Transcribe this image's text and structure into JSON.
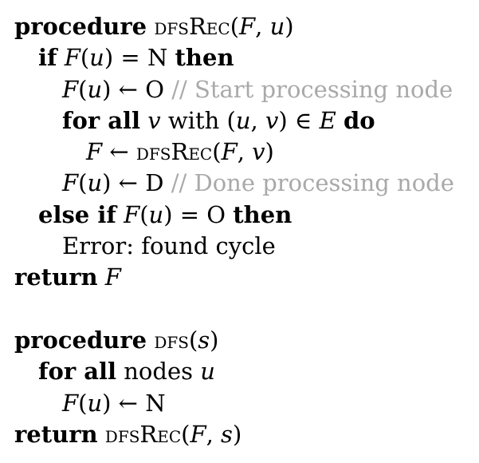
{
  "kw": {
    "procedure": "procedure",
    "if": "if",
    "then": "then",
    "for_all": "for all",
    "do": "do",
    "else_if": "else if",
    "return": "return"
  },
  "vars": {
    "F": "F",
    "u": "u",
    "v": "v",
    "E": "E",
    "s": "s"
  },
  "names": {
    "dfsrec": "dfsRec",
    "dfs": "dfs"
  },
  "sym": {
    "open": "(",
    "close": ")",
    "comma": ", ",
    "arrow": " ← ",
    "eq": " = ",
    "in": " ∈ ",
    "slashes": " // "
  },
  "states": {
    "N": "N",
    "O": "O",
    "D": "D"
  },
  "text": {
    "with": " with ",
    "nodes": " nodes ",
    "error": "Error: found cycle"
  },
  "comments": {
    "start": "Start processing node",
    "done": "Done processing node"
  }
}
